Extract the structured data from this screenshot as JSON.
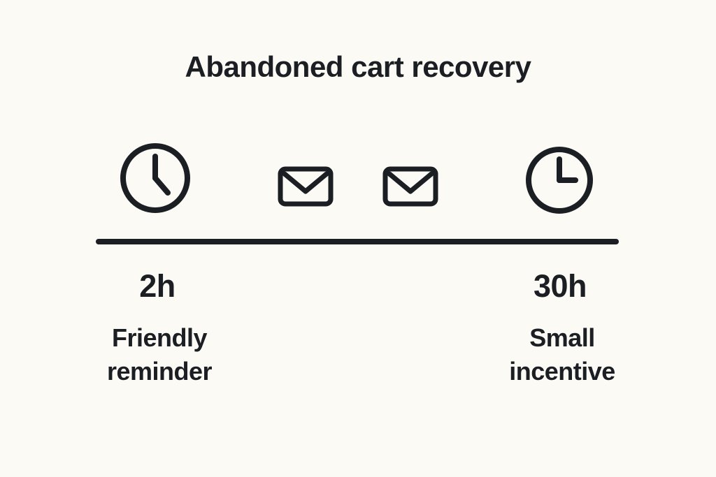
{
  "title": "Abandoned cart recovery",
  "timeline": {
    "icons": [
      "clock-icon",
      "envelope-icon",
      "envelope-icon",
      "clock-icon"
    ],
    "milestones": [
      {
        "time": "2h",
        "label_line1": "Friendly",
        "label_line2": "reminder",
        "position": "left"
      },
      {
        "time": "30h",
        "label_line1": "Small",
        "label_line2": "incentive",
        "position": "right"
      }
    ]
  },
  "colors": {
    "background": "#fbfaf5",
    "ink": "#1b1e23"
  }
}
